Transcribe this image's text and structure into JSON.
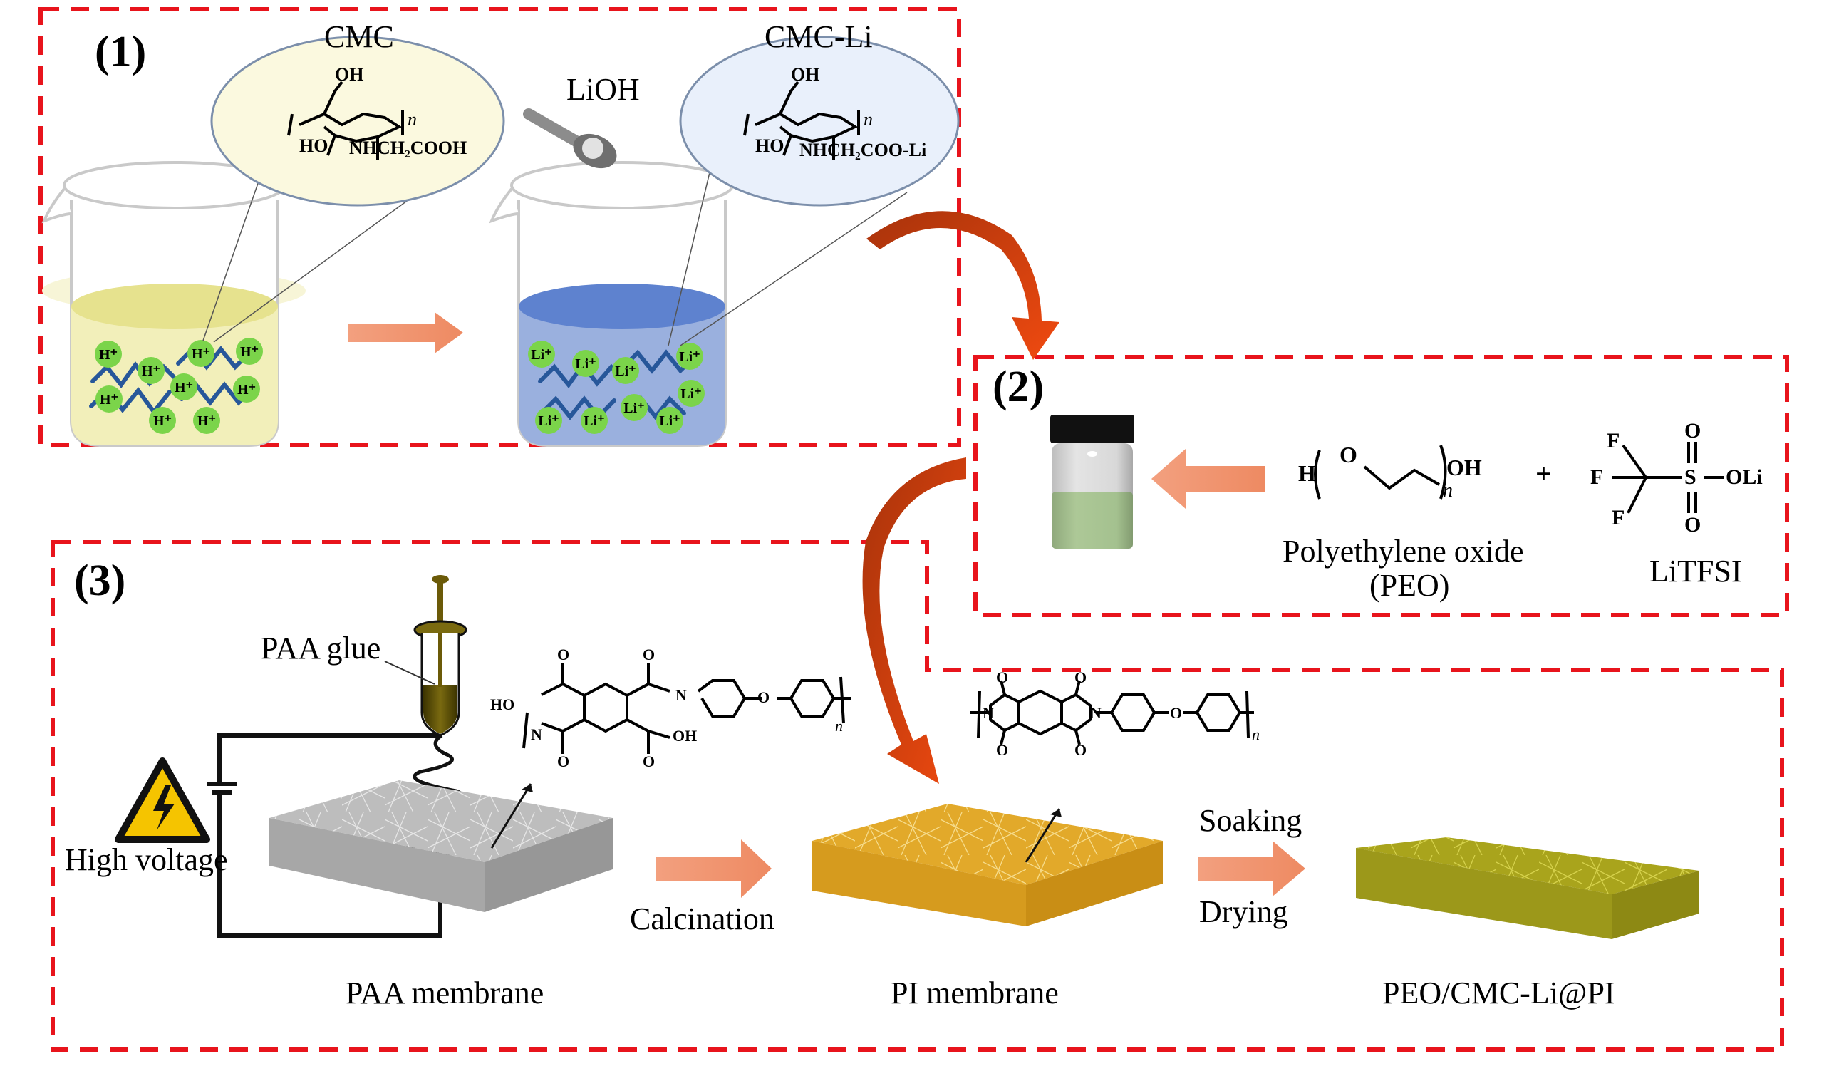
{
  "figure": {
    "panels": {
      "p1": {
        "number": "(1)",
        "reactant_label": "CMC",
        "reactant_formula": {
          "top": "OH",
          "left": "HO",
          "sub": "NHCH₂COOH",
          "repeat": "n"
        },
        "reagent_label": "LiOH",
        "product_label": "CMC-Li",
        "product_formula": {
          "top": "OH",
          "left": "HO",
          "sub": "NHCH₂COO-Li",
          "repeat": "n"
        },
        "ion_left": "H⁺",
        "ion_right": "Li⁺"
      },
      "p2": {
        "number": "(2)",
        "peo_formula": {
          "h": "H",
          "o": "O",
          "oh": "OH",
          "repeat": "n"
        },
        "plus": "+",
        "peo_label_line1": "Polyethylene oxide",
        "peo_label_line2": "(PEO)",
        "litfsi_formula": {
          "f": "F",
          "s": "S",
          "o": "O",
          "oli": "OLi"
        },
        "litfsi_label": "LiTFSI"
      },
      "p3": {
        "number": "(3)",
        "syringe_label": "PAA glue",
        "voltage_label": "High voltage",
        "paa_formula": {
          "ho": "HO",
          "oh": "OH",
          "o": "O",
          "nh": "H\nN",
          "n": "N",
          "repeat": "n"
        },
        "pi_formula": {
          "o": "O",
          "n": "N",
          "repeat": "n"
        },
        "step1_label": "Calcination",
        "step2_top": "Soaking",
        "step2_bottom": "Drying",
        "membrane1": "PAA membrane",
        "membrane2": "PI membrane",
        "membrane3": "PEO/CMC-Li@PI"
      }
    },
    "colors": {
      "dash": "#e8141c",
      "arrow_flat": "#f0906a",
      "curve_arrow_start": "#b0350a",
      "curve_arrow_end": "#ee4a12",
      "cmc_solution": "#f3f0b4",
      "cmcli_solution": "#6c8fd6",
      "ion": "#7bd44a",
      "chain": "#27579a",
      "paa_membrane": "#b9b9b9",
      "pi_membrane": "#e2a92a",
      "composite_membrane": "#a8a31a",
      "vial_liquid": "#a9c493",
      "vial_cap": "#111111",
      "warning": "#f5c400"
    }
  }
}
